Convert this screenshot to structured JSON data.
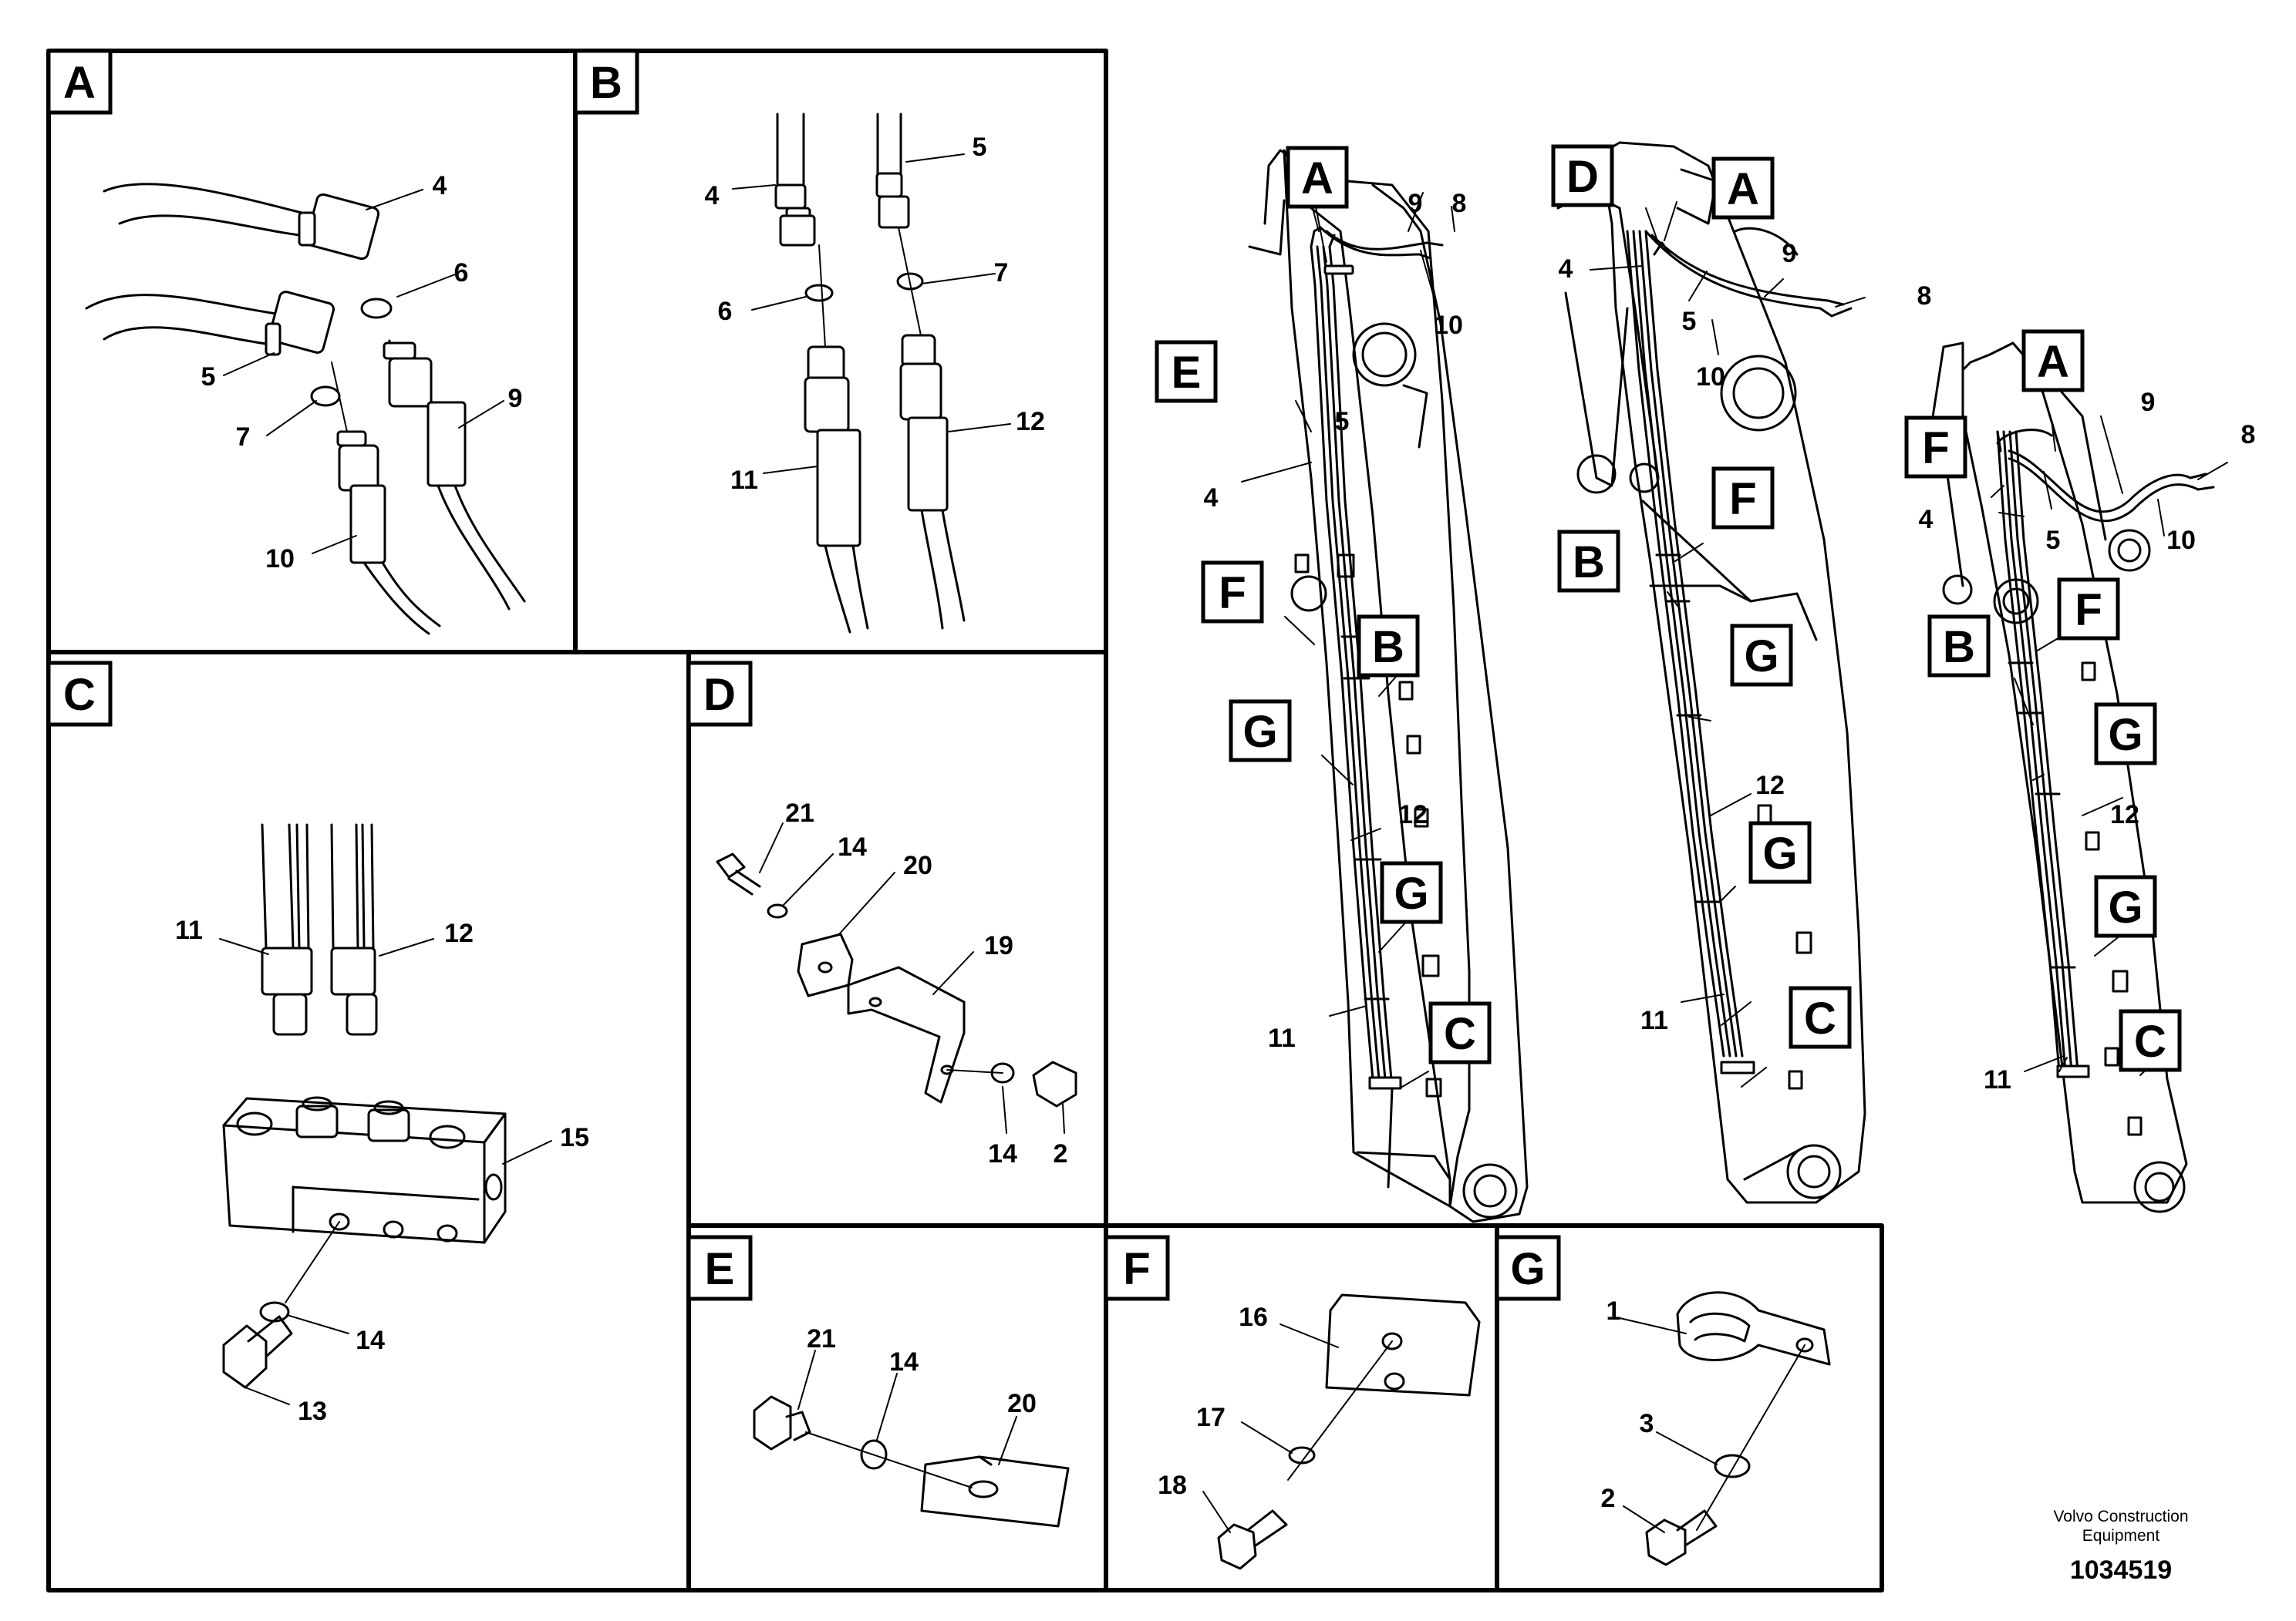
{
  "panels": {
    "A": {
      "letter": "A",
      "callouts": [
        "4",
        "6",
        "5",
        "7",
        "9",
        "10"
      ]
    },
    "B": {
      "letter": "B",
      "callouts": [
        "4",
        "5",
        "6",
        "7",
        "11",
        "12"
      ]
    },
    "C": {
      "letter": "C",
      "callouts": [
        "11",
        "12",
        "15",
        "14",
        "13"
      ]
    },
    "D": {
      "letter": "D",
      "callouts": [
        "21",
        "14",
        "20",
        "19",
        "14",
        "2"
      ]
    },
    "E": {
      "letter": "E",
      "callouts": [
        "21",
        "14",
        "20"
      ]
    },
    "F": {
      "letter": "F",
      "callouts": [
        "16",
        "17",
        "18"
      ]
    },
    "G": {
      "letter": "G",
      "callouts": [
        "1",
        "3",
        "2"
      ]
    }
  },
  "boom1": {
    "detail_tags": [
      "A",
      "E",
      "F",
      "B",
      "G",
      "G",
      "C"
    ],
    "callouts": [
      "9",
      "8",
      "10",
      "5",
      "4",
      "12",
      "11"
    ]
  },
  "boom2": {
    "detail_tags": [
      "D",
      "A",
      "F",
      "B",
      "G",
      "G",
      "C"
    ],
    "callouts": [
      "4",
      "9",
      "5",
      "8",
      "10",
      "12",
      "11"
    ]
  },
  "boom3": {
    "detail_tags": [
      "A",
      "F",
      "B",
      "F",
      "G",
      "G",
      "C"
    ],
    "callouts": [
      "9",
      "8",
      "4",
      "5",
      "10",
      "12",
      "11"
    ]
  },
  "footer": {
    "credit_line1": "Volvo Construction",
    "credit_line2": "Equipment",
    "doc_number": "1034519"
  }
}
